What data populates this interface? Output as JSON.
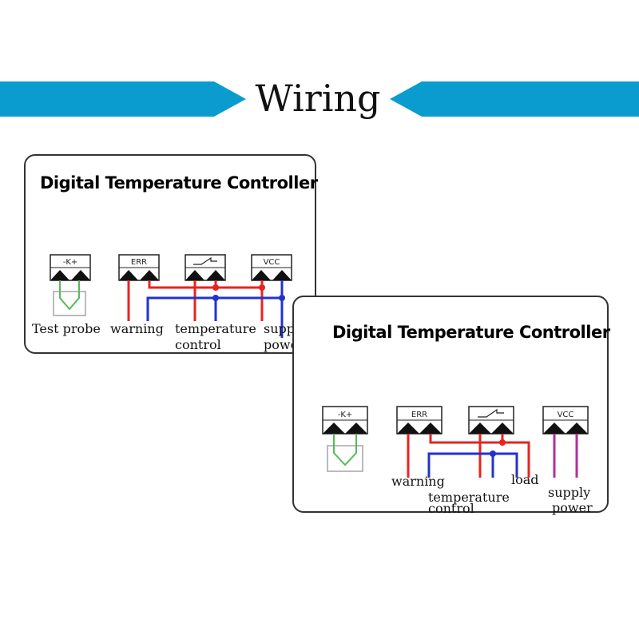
{
  "header": {
    "title": "Wiring",
    "accent_color": "#0a9ccf"
  },
  "panels": [
    {
      "title": "Digital Temperature Controller",
      "terminals": [
        "-K+",
        "ERR",
        "switch",
        "VCC"
      ],
      "labels": {
        "probe": "Test probe",
        "warning": "warning",
        "temp_line1": "temperature",
        "temp_line2": "control",
        "supply_line1": "supply",
        "supply_line2": "power"
      }
    },
    {
      "title": "Digital Temperature Controller",
      "terminals": [
        "-K+",
        "ERR",
        "switch",
        "VCC"
      ],
      "labels": {
        "warning": "warning",
        "temp_line1": "temperature",
        "temp_line2": "control",
        "load": "load",
        "supply_line1": "supply",
        "supply_line2": "power"
      }
    }
  ],
  "wire_colors": {
    "red": "#e8231f",
    "blue": "#2233cc",
    "green": "#55bb55",
    "magenta": "#b0309a"
  }
}
